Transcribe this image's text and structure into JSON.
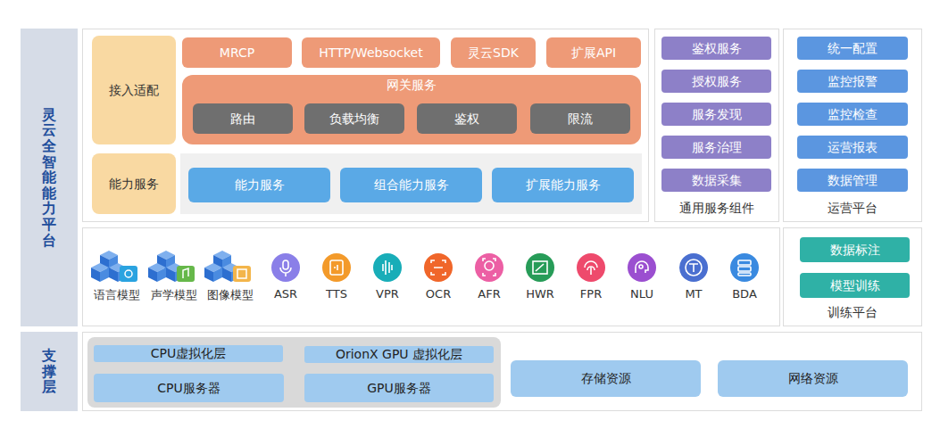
{
  "diagram": {
    "nodes": [
      {
        "text": [
          "灵云全智能能力平台"
        ]
      },
      {
        "text": [
          "接入适配"
        ]
      },
      {
        "text": [
          "MRCP"
        ]
      },
      {
        "text": [
          "HTTP/Websocket"
        ]
      },
      {
        "text": [
          "灵云SDK"
        ]
      },
      {
        "text": [
          "扩展API"
        ]
      },
      {
        "text": [
          "网关服务"
        ]
      },
      {
        "text": [
          "路由"
        ],
        "in": 6
      },
      {
        "text": [
          "负载均衡"
        ],
        "in": 6
      },
      {
        "text": [
          "鉴权"
        ],
        "in": 6
      },
      {
        "text": [
          "限流"
        ],
        "in": 6
      },
      {
        "text": [
          "能力服务"
        ]
      },
      {
        "text": [
          "能力服务"
        ]
      },
      {
        "text": [
          "组合能力服务"
        ]
      },
      {
        "text": [
          "扩展能力服务"
        ]
      },
      {
        "text": [
          "通用服务组件"
        ]
      },
      {
        "text": [
          "鉴权服务"
        ],
        "in": 15
      },
      {
        "text": [
          "授权服务"
        ],
        "in": 15
      },
      {
        "text": [
          "服务发现"
        ],
        "in": 15
      },
      {
        "text": [
          "服务治理"
        ],
        "in": 15
      },
      {
        "text": [
          "数据采集"
        ],
        "in": 15
      },
      {
        "text": [
          "运营平台"
        ]
      },
      {
        "text": [
          "统一配置"
        ],
        "in": 21
      },
      {
        "text": [
          "监控报警"
        ],
        "in": 21
      },
      {
        "text": [
          "监控检查"
        ],
        "in": 21
      },
      {
        "text": [
          "运营报表"
        ],
        "in": 21
      },
      {
        "text": [
          "数据管理"
        ],
        "in": 21
      },
      {
        "text": [
          "训练平台"
        ]
      },
      {
        "text": [
          "数据标注"
        ],
        "in": 27
      },
      {
        "text": [
          "模型训练"
        ],
        "in": 27
      },
      {
        "text": [
          "支撑层"
        ]
      },
      {
        "text": [
          "CPU虚拟化层"
        ]
      },
      {
        "text": [
          "OrionX GPU 虚拟化层"
        ]
      },
      {
        "text": [
          "CPU服务器"
        ]
      },
      {
        "text": [
          "GPU服务器"
        ]
      },
      {
        "text": [
          "存储资源"
        ]
      },
      {
        "text": [
          "网络资源"
        ]
      }
    ],
    "labels": [
      "语言模型",
      "声学模型",
      "图像模型",
      "ASR",
      "TTS",
      "VPR",
      "OCR",
      "AFR",
      "HWR",
      "FPR",
      "NLU",
      "MT",
      "BDA"
    ]
  }
}
